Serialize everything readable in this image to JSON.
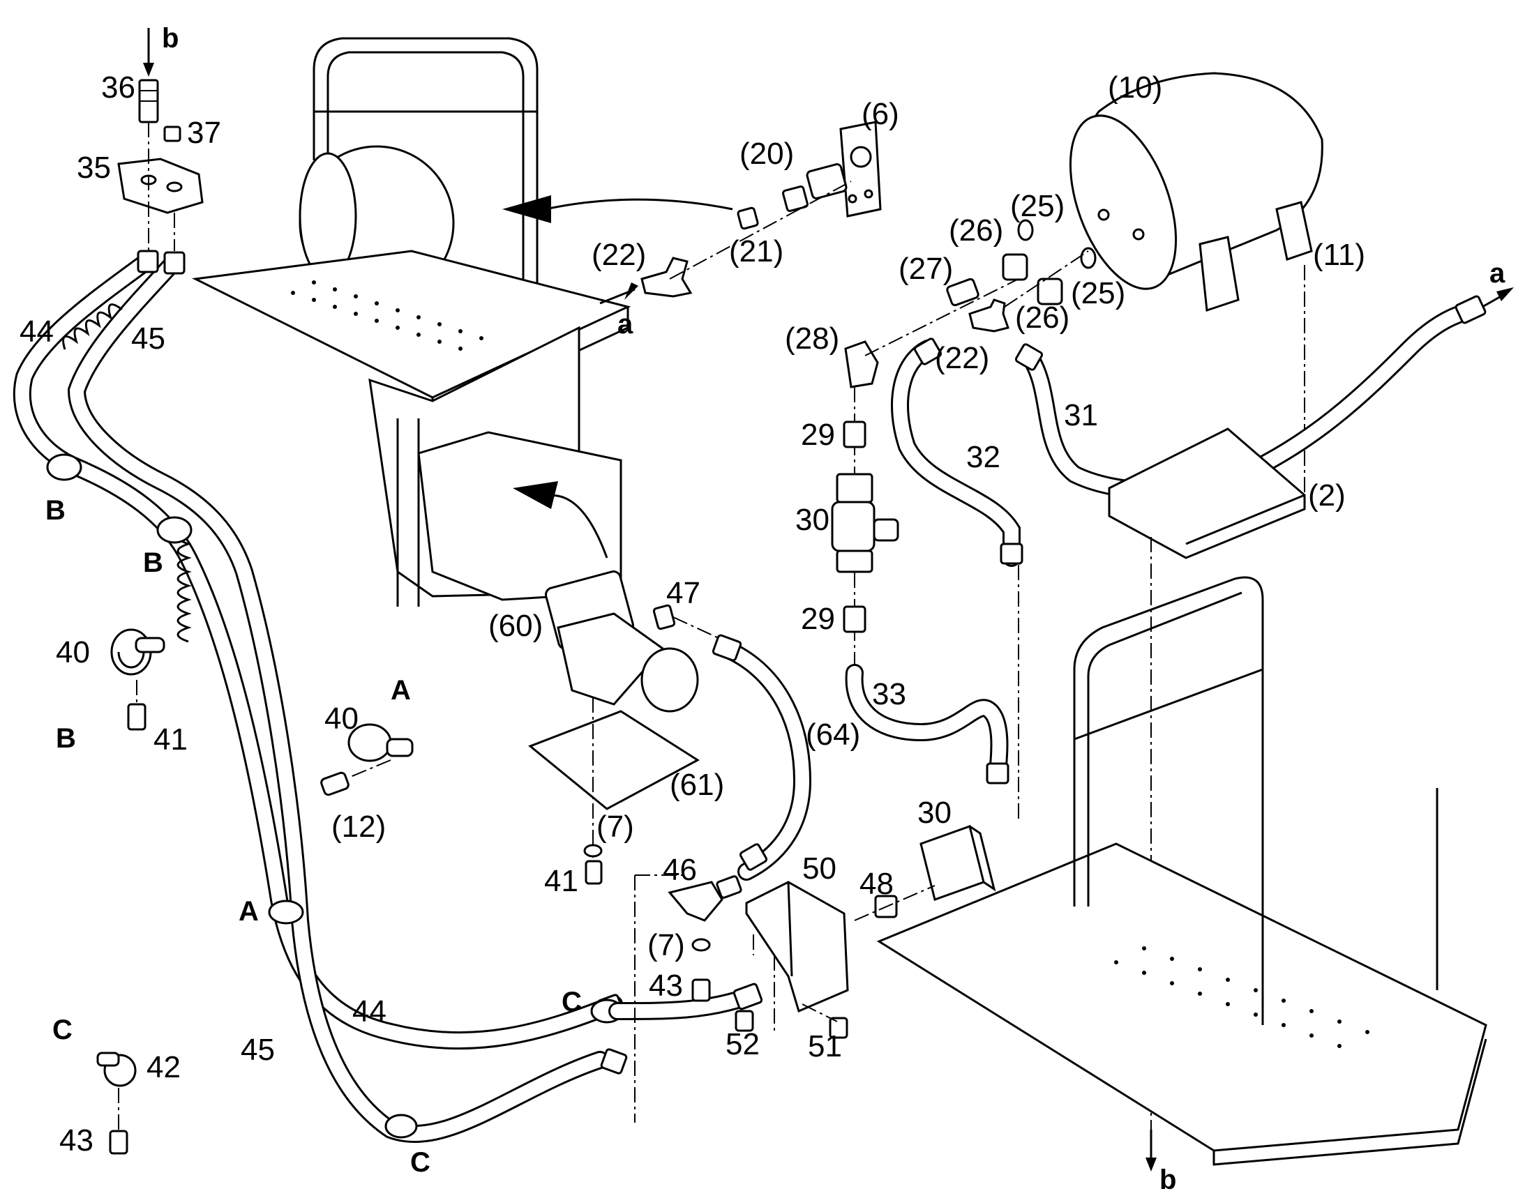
{
  "callouts": [
    "b",
    "36",
    "37",
    "35",
    "44",
    "45",
    "B",
    "B",
    "40",
    "B",
    "41",
    "A",
    "40",
    "(12)",
    "A",
    "44",
    "45",
    "C",
    "42",
    "43",
    "C",
    "C",
    "(10)",
    "(6)",
    "(20)",
    "(22)",
    "(21)",
    "a",
    "(25)",
    "(26)",
    "(27)",
    "(25)",
    "(11)",
    "(26)",
    "(28)",
    "(22)",
    "a",
    "29",
    "31",
    "32",
    "30",
    "29",
    "47",
    "(60)",
    "(61)",
    "(64)",
    "(2)",
    "33",
    "(7)",
    "41",
    "46",
    "50",
    "48",
    "30",
    "(7)",
    "43",
    "52",
    "51",
    "b"
  ]
}
